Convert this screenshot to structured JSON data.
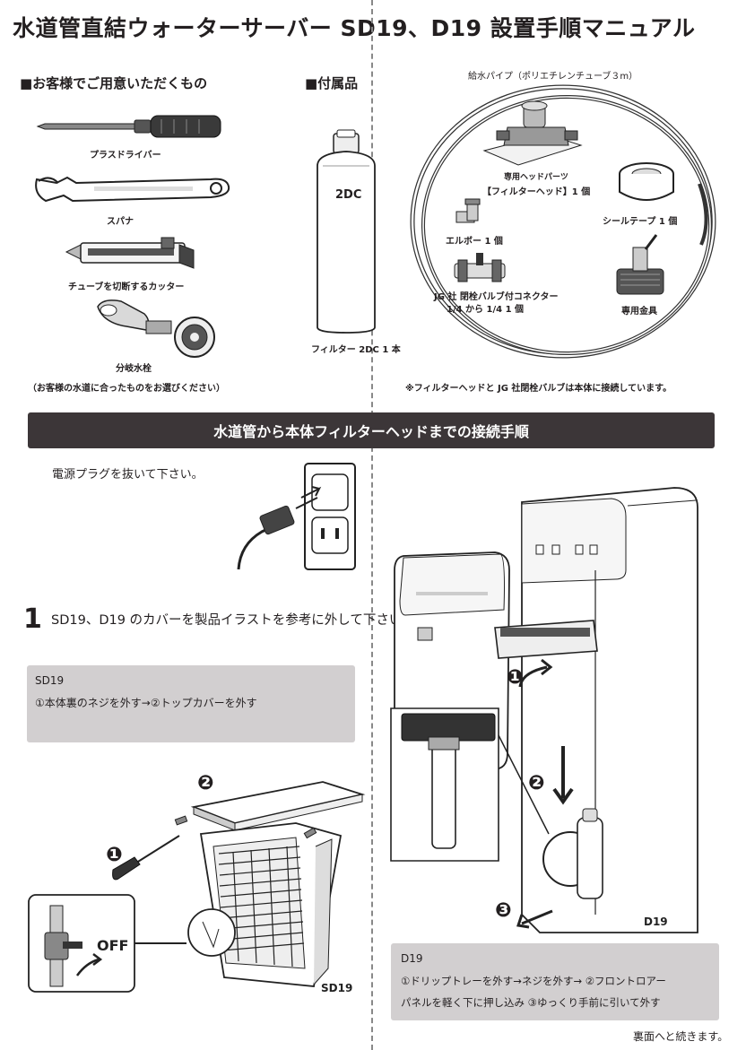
{
  "title": "水道管直結ウォーターサーバー SD19、D19 設置手順マニュアル",
  "customer_items": {
    "heading": "■お客様でご用意いただくもの",
    "items": [
      "プラスドライバー",
      "スパナ",
      "チューブを切断するカッター",
      "分岐水栓"
    ],
    "note": "（お客様の水道に合ったものをお選びください）"
  },
  "accessories": {
    "heading": "■付属品",
    "filter_label": "2DC",
    "filter_caption": "フィルター 2DC 1 本",
    "pipe_caption": "給水パイプ（ポリエチレンチューブ３m）",
    "head_caption_1": "専用ヘッドパーツ",
    "head_caption_2": "【フィルターヘッド】1 個",
    "tape_caption": "シールテープ 1 個",
    "elbow_caption": "エルボー 1 個",
    "connector_caption_1": "JG 社 閉栓バルブ付コネクター",
    "connector_caption_2": "1/4 から 1/4 1 個",
    "fitting_caption": "専用金具",
    "footnote": "※フィルターヘッドと JG 社閉栓バルブは本体に接続しています。"
  },
  "section_banner": "水道管から本体フィルターヘッドまでの接続手順",
  "unplug_note": "電源プラグを抜いて下さい。",
  "step1": {
    "number": "1",
    "text": "SD19、D19 のカバーを製品イラストを参考に外して下さい"
  },
  "sd19_box": {
    "label": "SD19",
    "text": "①本体裏のネジを外す→②トップカバーを外す"
  },
  "d19_box": {
    "label": "D19",
    "line1": "①ドリップトレーを外す→ネジを外す→ ②フロントロアー",
    "line2": "パネルを軽く下に押し込み ③ゆっくり手前に引いて外す"
  },
  "illustration_labels": {
    "off": "OFF",
    "sd19": "SD19",
    "d19": "D19",
    "n1": "❶",
    "n2": "❷",
    "n3": "❸"
  },
  "footer": "裏面へと続きます。"
}
